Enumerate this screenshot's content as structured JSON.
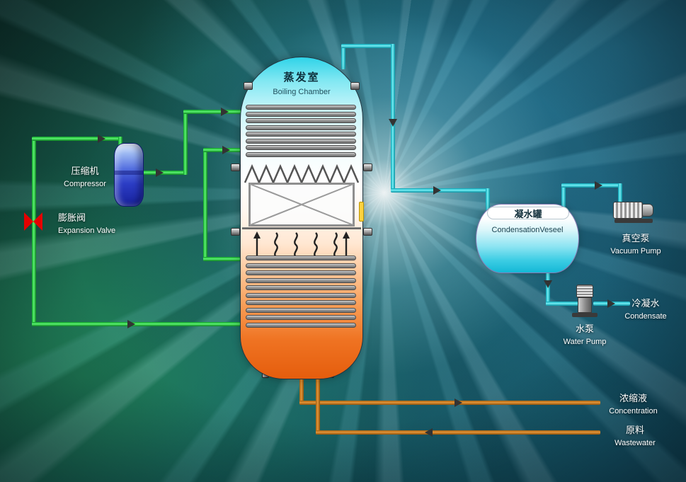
{
  "diagram": {
    "boiling_chamber": {
      "zh": "蒸发室",
      "en": "Boiling Chamber"
    },
    "compressor": {
      "zh": "压缩机",
      "en": "Compressor"
    },
    "expansion_valve": {
      "zh": "膨胀阀",
      "en": "Expansion Valve"
    },
    "condensation_vessel": {
      "zh": "凝水罐",
      "en": "CondensationVeseel"
    },
    "vacuum_pump": {
      "zh": "真空泵",
      "en": "Vacuum Pump"
    },
    "condensate": {
      "zh": "冷凝水",
      "en": "Condensate"
    },
    "water_pump": {
      "zh": "水泵",
      "en": "Water Pump"
    },
    "concentration": {
      "zh": "浓缩液",
      "en": "Concentration"
    },
    "wastewater": {
      "zh": "原料",
      "en": "Wastewater"
    }
  },
  "colors": {
    "refrigerant_loop": "#1ed43c",
    "vapor_line": "#16c9d2",
    "product_line": "#cd7d2c",
    "expansion_valve": "#e60000",
    "arrow": "#333333"
  }
}
